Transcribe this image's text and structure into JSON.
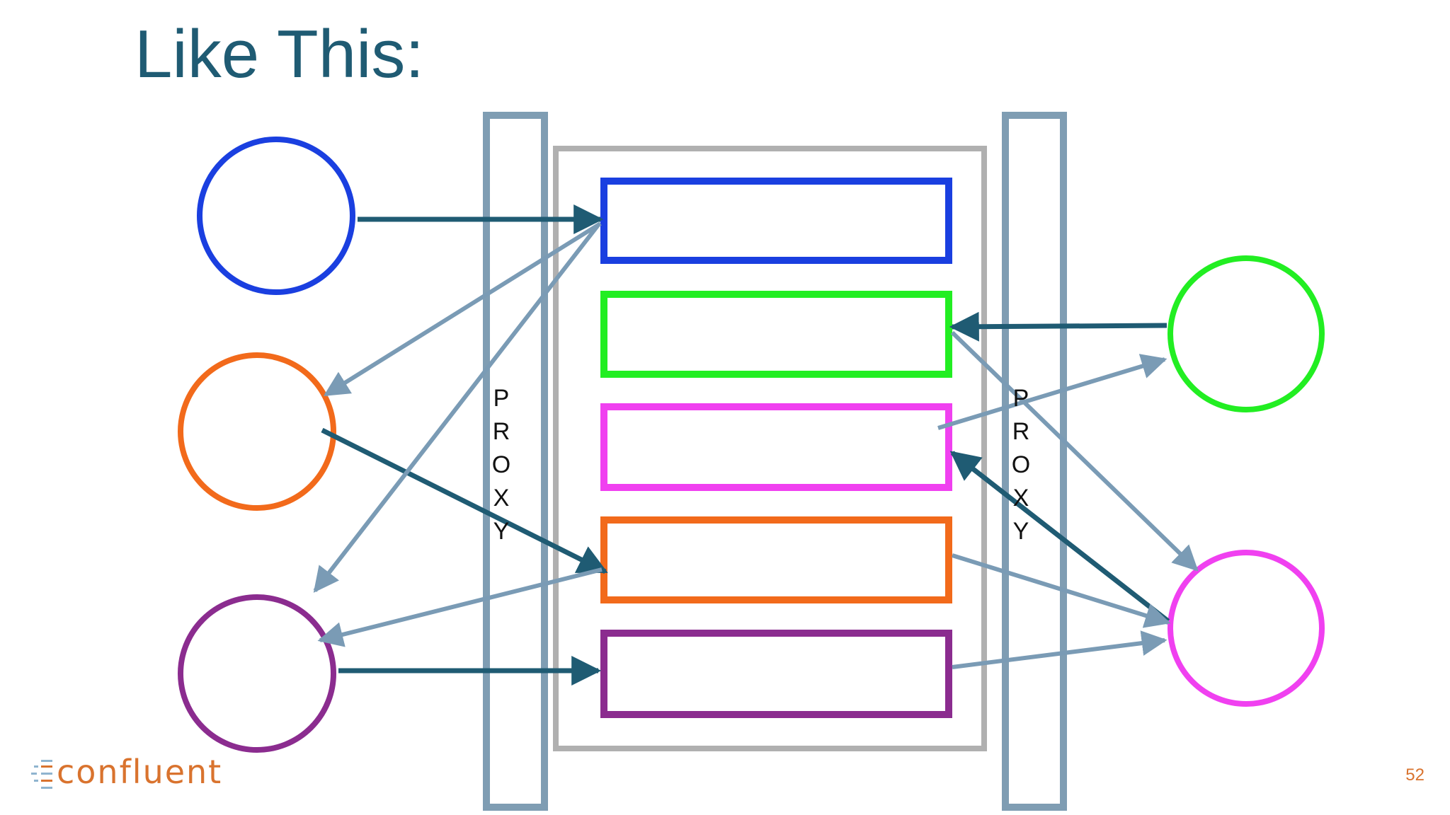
{
  "slide": {
    "title": "Like This:",
    "page_number": "52"
  },
  "proxies": [
    {
      "label_letters": [
        "P",
        "R",
        "O",
        "X",
        "Y"
      ]
    },
    {
      "label_letters": [
        "P",
        "R",
        "O",
        "X",
        "Y"
      ]
    }
  ],
  "brand": {
    "logo_text": "confluent"
  },
  "colors": {
    "title": "#1f5b73",
    "arrow_dark": "#1f5b73",
    "arrow_light": "#7a9bb5",
    "proxy_bar": "#7f9db3",
    "frame": "#b0b0b0",
    "blue": "#1a3fe0",
    "green": "#22ee22",
    "magenta": "#f040f0",
    "orange": "#f26a1b",
    "purple": "#8b2c8f",
    "brand": "#d9732e"
  },
  "icons": {
    "logo": "confluent-logo-icon"
  }
}
